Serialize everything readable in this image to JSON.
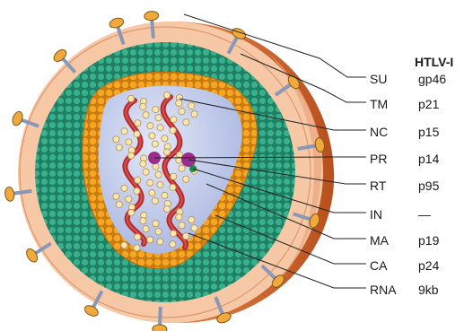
{
  "diagram": {
    "header": "HTLV-I",
    "components": [
      {
        "abbr": "SU",
        "protein": "gp46"
      },
      {
        "abbr": "TM",
        "protein": "p21"
      },
      {
        "abbr": "NC",
        "protein": "p15"
      },
      {
        "abbr": "PR",
        "protein": "p14"
      },
      {
        "abbr": "RT",
        "protein": "p95"
      },
      {
        "abbr": "IN",
        "protein": "—"
      },
      {
        "abbr": "MA",
        "protein": "p19"
      },
      {
        "abbr": "CA",
        "protein": "p24"
      },
      {
        "abbr": "RNA",
        "protein": "9kb"
      }
    ]
  },
  "colors": {
    "envelope_outer": "#f6c8a6",
    "envelope_side": "#d9652a",
    "matrix_green": "#2f9e7c",
    "capsid_orange": "#f0a021",
    "core_blue": "#c9d3ef",
    "rna_red": "#b52a2a",
    "bead_cream": "#f7e7b2",
    "enzyme_purple": "#9b2c8c",
    "enzyme_green": "#1e8a4a",
    "spike_stalk": "#8a98b8",
    "spike_head": "#f1a93b"
  }
}
